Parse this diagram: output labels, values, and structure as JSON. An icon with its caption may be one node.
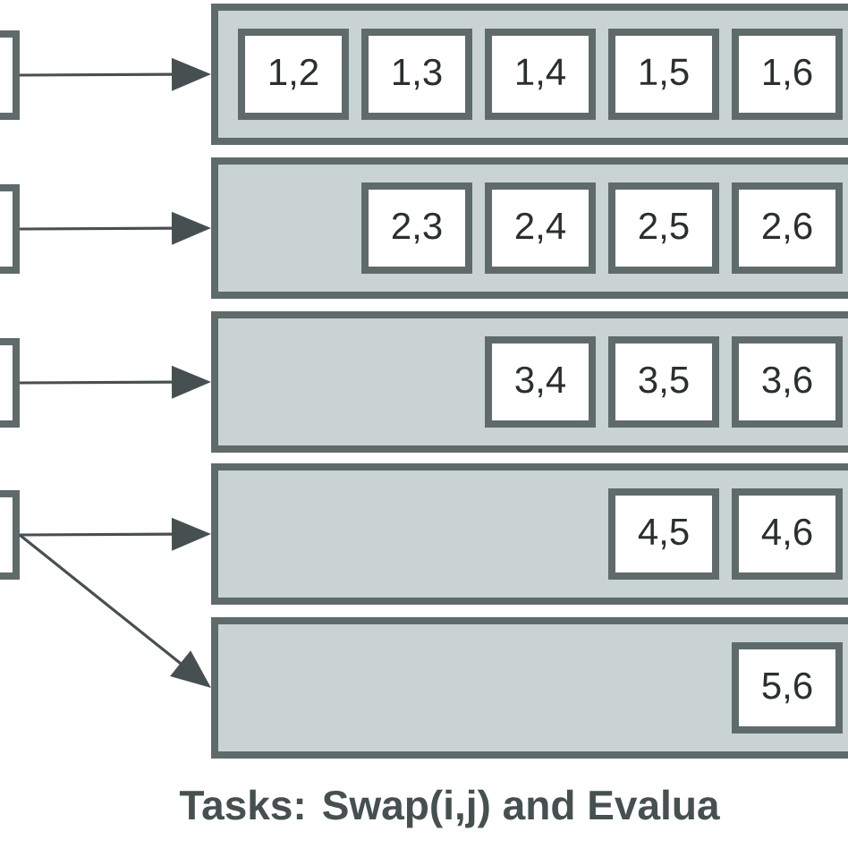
{
  "diagram": {
    "caption": "Tasks: Swap(i,j) and Evalua",
    "nodes": [
      {
        "text": [],
        "shape": "box"
      },
      {
        "text": [],
        "shape": "box"
      },
      {
        "text": [
          "1,2"
        ],
        "in": 1
      },
      {
        "text": [
          "1,3"
        ],
        "in": 1
      },
      {
        "text": [
          "1,4"
        ],
        "in": 1
      },
      {
        "text": [
          "1,5"
        ],
        "in": 1
      },
      {
        "text": [
          "1,6"
        ],
        "in": 1
      },
      {
        "text": [],
        "shape": "box"
      },
      {
        "text": [],
        "shape": "box"
      },
      {
        "text": [
          "2,3"
        ],
        "in": 8
      },
      {
        "text": [
          "2,4"
        ],
        "in": 8
      },
      {
        "text": [
          "2,5"
        ],
        "in": 8
      },
      {
        "text": [
          "2,6"
        ],
        "in": 8
      },
      {
        "text": [],
        "shape": "box"
      },
      {
        "text": [],
        "shape": "box"
      },
      {
        "text": [
          "3,4"
        ],
        "in": 14
      },
      {
        "text": [
          "3,5"
        ],
        "in": 14
      },
      {
        "text": [
          "3,6"
        ],
        "in": 14
      },
      {
        "text": [],
        "shape": "box"
      },
      {
        "text": [],
        "shape": "box"
      },
      {
        "text": [
          "4,5"
        ],
        "in": 19
      },
      {
        "text": [
          "4,6"
        ],
        "in": 19
      },
      {
        "text": [],
        "shape": "box"
      },
      {
        "text": [
          "5,6"
        ],
        "in": 22
      }
    ],
    "edges": [
      {
        "from": 0,
        "to": 1,
        "arrow": "to"
      },
      {
        "from": 7,
        "to": 8,
        "arrow": "to"
      },
      {
        "from": 13,
        "to": 14,
        "arrow": "to"
      },
      {
        "from": 18,
        "to": 19,
        "arrow": "to"
      },
      {
        "from": 18,
        "to": 22,
        "arrow": "to"
      }
    ]
  }
}
